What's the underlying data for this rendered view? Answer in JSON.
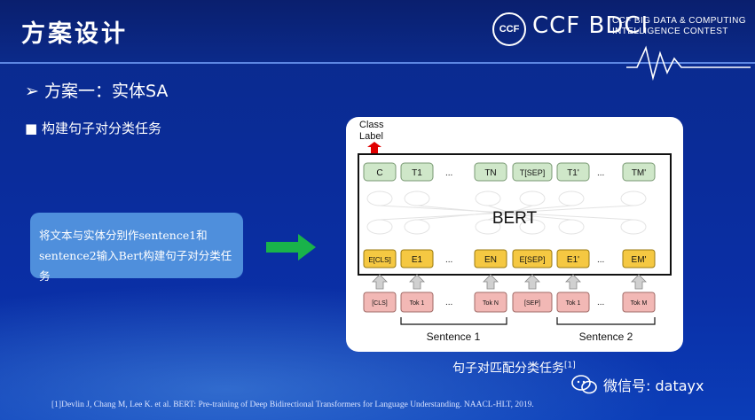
{
  "header": {
    "title": "方案设计",
    "logo_ccf": "CCF BDCI",
    "logo_line1": "CCF BIG DATA & COMPUTING",
    "logo_line2": "INTELLIGENCE CONTEST",
    "seal_text": "CCF"
  },
  "content": {
    "scheme_heading": "➢ 方案一：实体SA",
    "bullet": "■  构建句子对分类任务",
    "bluebox_line1": "将文本与实体分别作sentence1和",
    "bluebox_line2": "sentence2输入Bert构建句子对分类任务",
    "caption": "句子对匹配分类任务",
    "caption_sup": "[1]",
    "citation": "[1]Devlin J, Chang M, Lee K. et al. BERT: Pre-training of Deep Bidirectional Transformers for Language Understanding. NAACL-HLT, 2019.",
    "watermark": "微信号: datayx"
  },
  "diagram": {
    "class_label_1": "Class",
    "class_label_2": "Label",
    "bert_label": "BERT",
    "top_tokens": [
      "C",
      "T1",
      "TN",
      "T[SEP]",
      "T1'",
      "TM'"
    ],
    "embed_tokens": [
      "E[CLS]",
      "E1",
      "EN",
      "E[SEP]",
      "E1'",
      "EM'"
    ],
    "input_tokens": [
      "[CLS]",
      "Tok 1",
      "Tok N",
      "[SEP]",
      "Tok 1",
      "Tok M"
    ],
    "ellipsis": "...",
    "sentence1": "Sentence 1",
    "sentence2": "Sentence 2"
  },
  "colors": {
    "background": "#0a2c9a",
    "bluebox": "#4f8fdc",
    "green_arrow": "#19b34a",
    "top_token": "#cfe7c9",
    "embed_token": "#f5c842",
    "input_token": "#f2b8b5",
    "red_arrow": "#e00000"
  }
}
